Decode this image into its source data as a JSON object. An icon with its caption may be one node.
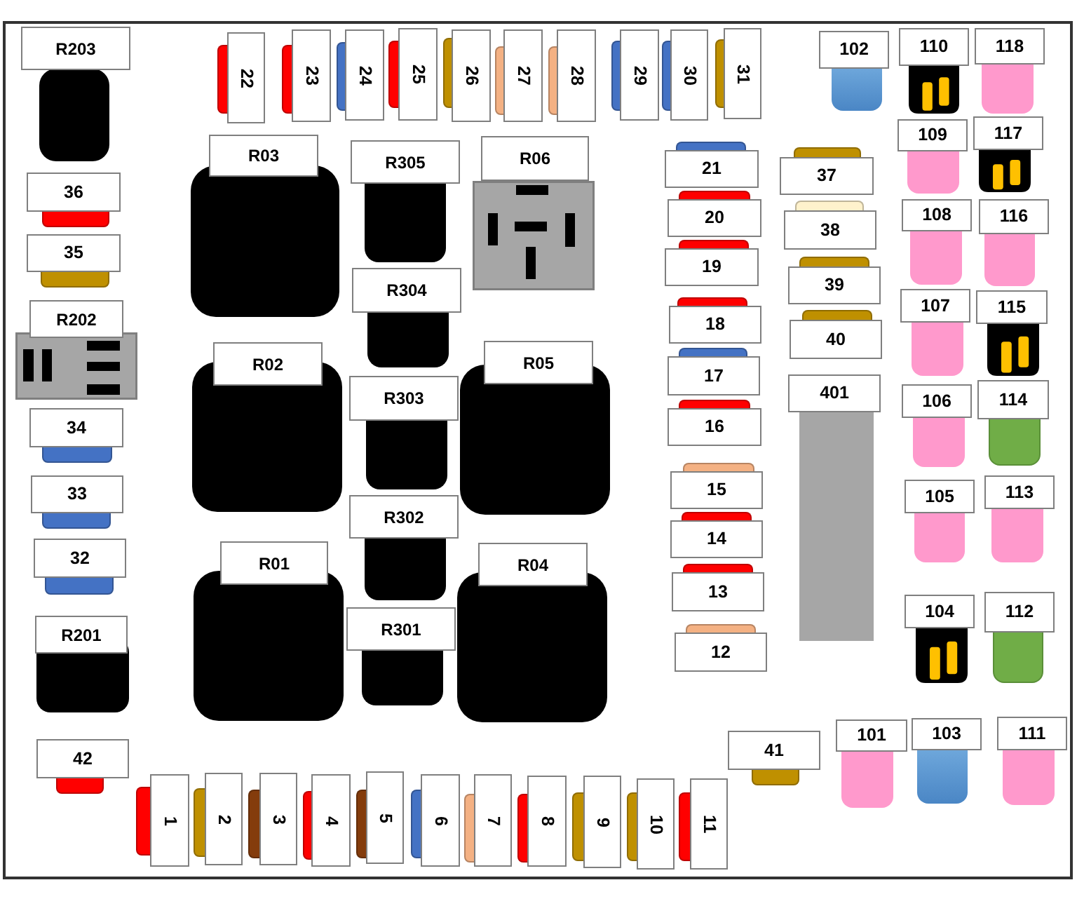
{
  "diagram": {
    "nodes": [
      {
        "text": [
          "R203"
        ]
      },
      {
        "text": [
          "22"
        ]
      },
      {
        "text": [
          "23"
        ]
      },
      {
        "text": [
          "24"
        ]
      },
      {
        "text": [
          "25"
        ]
      },
      {
        "text": [
          "26"
        ]
      },
      {
        "text": [
          "27"
        ]
      },
      {
        "text": [
          "28"
        ]
      },
      {
        "text": [
          "29"
        ]
      },
      {
        "text": [
          "30"
        ]
      },
      {
        "text": [
          "31"
        ]
      },
      {
        "text": [
          "102"
        ]
      },
      {
        "text": [
          "110"
        ]
      },
      {
        "text": [
          "118"
        ]
      },
      {
        "text": [
          "36"
        ]
      },
      {
        "text": [
          "35"
        ]
      },
      {
        "text": [
          "R202"
        ]
      },
      {
        "text": [
          "34"
        ]
      },
      {
        "text": [
          "33"
        ]
      },
      {
        "text": [
          "32"
        ]
      },
      {
        "text": [
          "R201"
        ]
      },
      {
        "text": [
          "42"
        ]
      },
      {
        "text": [
          "R03"
        ]
      },
      {
        "text": [
          "R305"
        ]
      },
      {
        "text": [
          "R06"
        ]
      },
      {
        "text": [
          "R304"
        ]
      },
      {
        "text": [
          "R02"
        ]
      },
      {
        "text": [
          "R303"
        ]
      },
      {
        "text": [
          "R05"
        ]
      },
      {
        "text": [
          "R302"
        ]
      },
      {
        "text": [
          "R01"
        ]
      },
      {
        "text": [
          "R04"
        ]
      },
      {
        "text": [
          "R301"
        ]
      },
      {
        "text": [
          "21"
        ]
      },
      {
        "text": [
          "20"
        ]
      },
      {
        "text": [
          "19"
        ]
      },
      {
        "text": [
          "18"
        ]
      },
      {
        "text": [
          "17"
        ]
      },
      {
        "text": [
          "16"
        ]
      },
      {
        "text": [
          "15"
        ]
      },
      {
        "text": [
          "14"
        ]
      },
      {
        "text": [
          "13"
        ]
      },
      {
        "text": [
          "12"
        ]
      },
      {
        "text": [
          "37"
        ]
      },
      {
        "text": [
          "38"
        ]
      },
      {
        "text": [
          "39"
        ]
      },
      {
        "text": [
          "40"
        ]
      },
      {
        "text": [
          "401"
        ]
      },
      {
        "text": [
          "109"
        ]
      },
      {
        "text": [
          "117"
        ]
      },
      {
        "text": [
          "108"
        ]
      },
      {
        "text": [
          "116"
        ]
      },
      {
        "text": [
          "107"
        ]
      },
      {
        "text": [
          "115"
        ]
      },
      {
        "text": [
          "106"
        ]
      },
      {
        "text": [
          "114"
        ]
      },
      {
        "text": [
          "105"
        ]
      },
      {
        "text": [
          "113"
        ]
      },
      {
        "text": [
          "104"
        ]
      },
      {
        "text": [
          "112"
        ]
      },
      {
        "text": [
          "1"
        ]
      },
      {
        "text": [
          "2"
        ]
      },
      {
        "text": [
          "3"
        ]
      },
      {
        "text": [
          "4"
        ]
      },
      {
        "text": [
          "5"
        ]
      },
      {
        "text": [
          "6"
        ]
      },
      {
        "text": [
          "7"
        ]
      },
      {
        "text": [
          "8"
        ]
      },
      {
        "text": [
          "9"
        ]
      },
      {
        "text": [
          "10"
        ]
      },
      {
        "text": [
          "11"
        ]
      },
      {
        "text": [
          "41"
        ]
      },
      {
        "text": [
          "101"
        ]
      },
      {
        "text": [
          "103"
        ]
      },
      {
        "text": [
          "111"
        ]
      }
    ]
  }
}
